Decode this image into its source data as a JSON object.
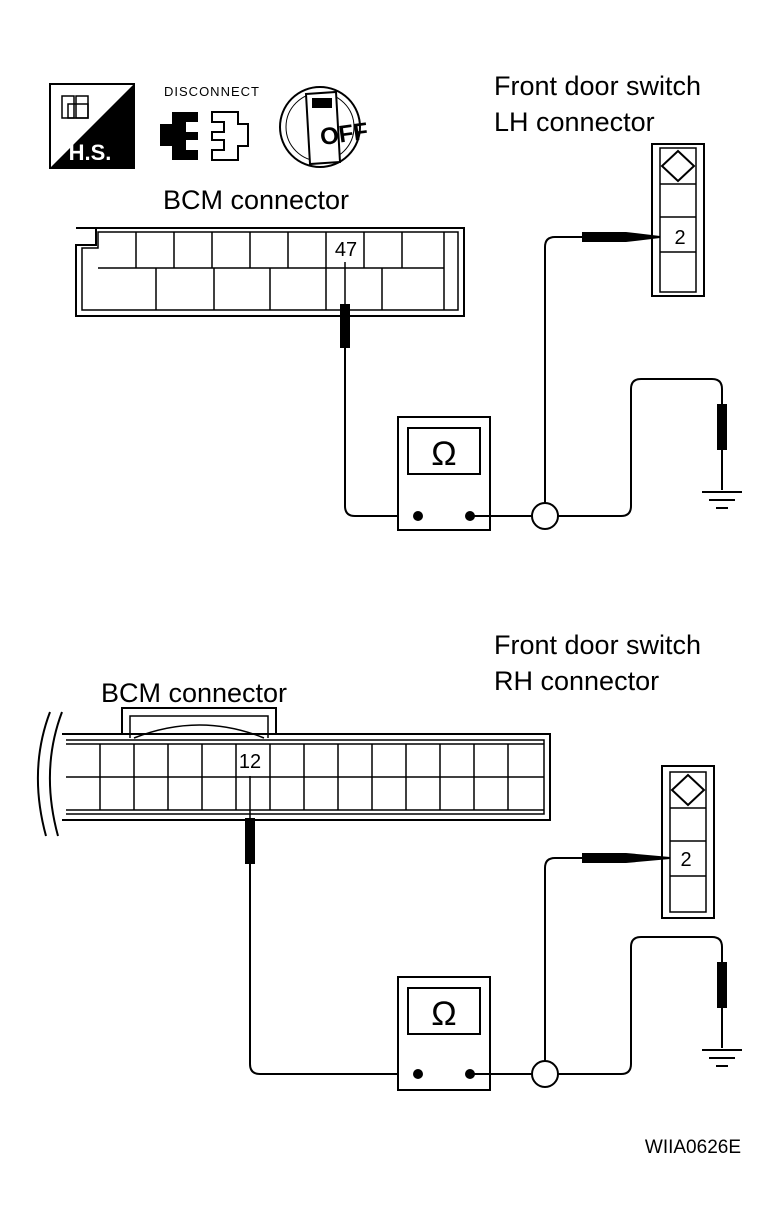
{
  "icons": {
    "hs_label": "H.S.",
    "disconnect_label": "DISCONNECT",
    "ignition_label": "OFF",
    "hs_icon": "harness-side-icon",
    "disconnect_icon": "disconnect-connector-icon",
    "ignition_icon": "ignition-key-off-icon"
  },
  "top_diagram": {
    "bcm_label": "BCM connector",
    "bcm_terminal": "47",
    "switch_label_line1": "Front door switch",
    "switch_label_line2": "LH connector",
    "switch_terminal": "2",
    "meter_symbol": "Ω"
  },
  "bottom_diagram": {
    "bcm_label": "BCM connector",
    "bcm_terminal": "12",
    "switch_label_line1": "Front door switch",
    "switch_label_line2": "RH connector",
    "switch_terminal": "2",
    "meter_symbol": "Ω"
  },
  "figure_code": "WIIA0626E"
}
